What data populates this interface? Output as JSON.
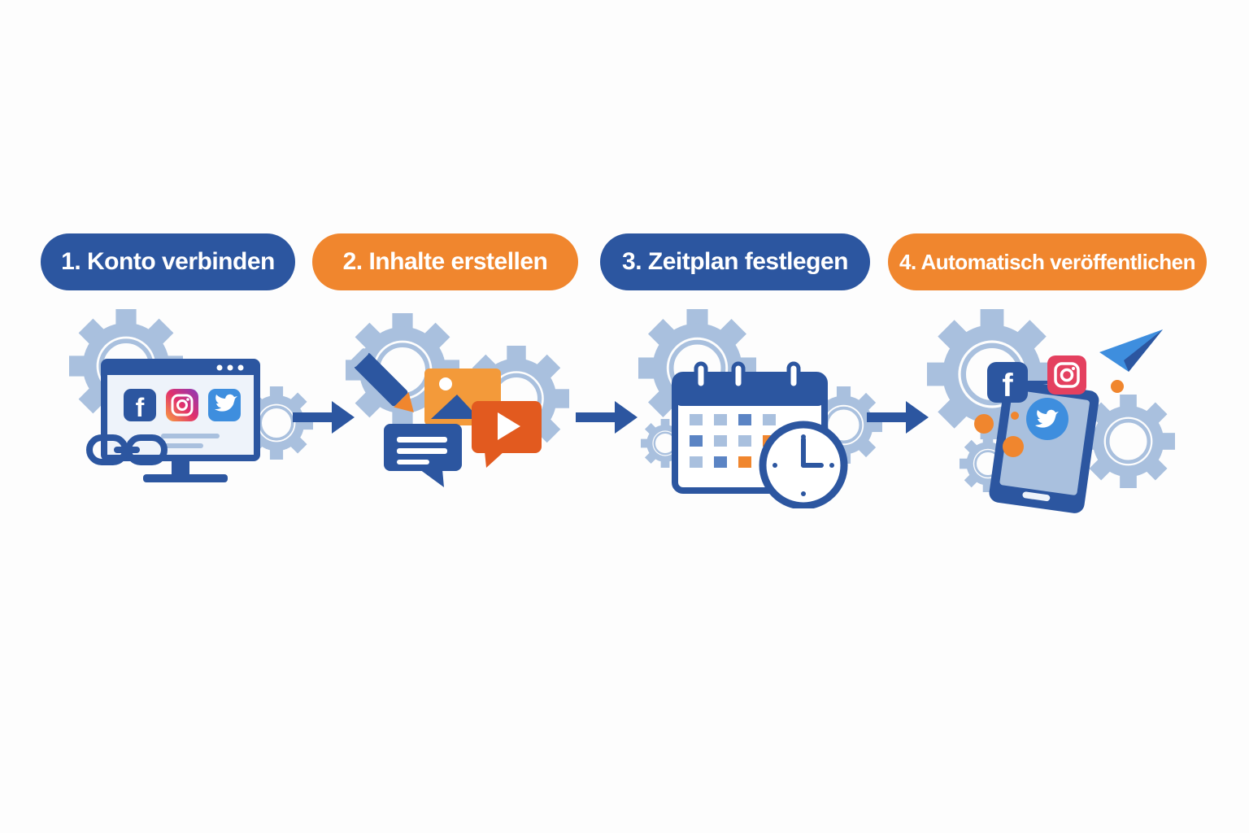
{
  "colors": {
    "primary_blue": "#2c56a0",
    "accent_orange": "#f0862e",
    "gear_light_blue": "#a9c0de",
    "background": "#fdfdfd"
  },
  "steps": [
    {
      "label": "1. Konto verbinden",
      "color": "#2c56a0",
      "icons": [
        "gear-icon",
        "monitor-icon",
        "facebook-icon",
        "instagram-icon",
        "twitter-icon",
        "link-chain-icon"
      ]
    },
    {
      "label": "2. Inhalte erstellen",
      "color": "#f0862e",
      "icons": [
        "gear-icon",
        "pencil-icon",
        "image-icon",
        "video-play-icon",
        "chat-bubble-icon"
      ]
    },
    {
      "label": "3. Zeitplan festlegen",
      "color": "#2c56a0",
      "icons": [
        "gear-icon",
        "calendar-icon",
        "clock-icon"
      ]
    },
    {
      "label": "4. Automatisch veröffentlichen",
      "color": "#f0862e",
      "icons": [
        "gear-icon",
        "smartphone-icon",
        "facebook-icon",
        "instagram-icon",
        "twitter-icon",
        "paper-plane-icon"
      ]
    }
  ],
  "connectors": [
    "arrow-right-icon",
    "arrow-right-icon",
    "arrow-right-icon"
  ]
}
